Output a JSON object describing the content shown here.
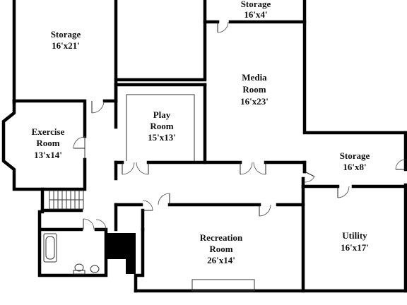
{
  "rooms": {
    "storage_top": {
      "name": "Storage",
      "size": "16'x4'"
    },
    "storage_left": {
      "name": "Storage",
      "size": "16'x21'"
    },
    "media": {
      "line1": "Media",
      "line2": "Room",
      "size": "16'x23'"
    },
    "play": {
      "line1": "Play",
      "line2": "Room",
      "size": "15'x13'"
    },
    "exercise": {
      "line1": "Exercise",
      "line2": "Room",
      "size": "13'x14'"
    },
    "storage_right": {
      "name": "Storage",
      "size": "16'x8'"
    },
    "utility": {
      "name": "Utility",
      "size": "16'x17'"
    },
    "recreation": {
      "line1": "Recreation",
      "line2": "Room",
      "size": "26'x14'"
    }
  }
}
